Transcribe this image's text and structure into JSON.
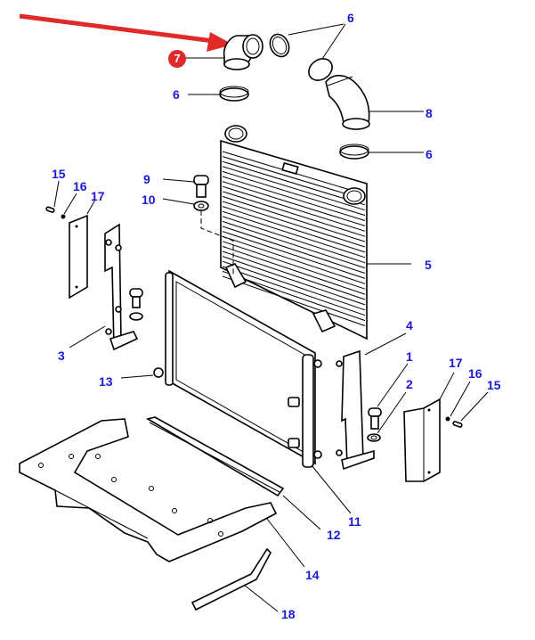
{
  "diagram": {
    "title": "",
    "highlight": {
      "callout": "7",
      "color": "#e02a2a",
      "arrow_color": "#e02a2a"
    },
    "label_color": "#1a1ad6",
    "callouts": [
      {
        "id": "c7",
        "text": "7",
        "part": "elbow hose (highlighted)"
      },
      {
        "id": "c6a",
        "text": "6",
        "part": "hose clamp"
      },
      {
        "id": "c6b",
        "text": "6",
        "part": "hose clamps"
      },
      {
        "id": "c8",
        "text": "8",
        "part": "elbow hose"
      },
      {
        "id": "c6c",
        "text": "6",
        "part": "hose clamp"
      },
      {
        "id": "c9",
        "text": "9",
        "part": "bolt"
      },
      {
        "id": "c10",
        "text": "10",
        "part": "washer"
      },
      {
        "id": "c5",
        "text": "5",
        "part": "intercooler"
      },
      {
        "id": "c15a",
        "text": "15",
        "part": "screw"
      },
      {
        "id": "c16a",
        "text": "16",
        "part": "nut"
      },
      {
        "id": "c17a",
        "text": "17",
        "part": "cover plate"
      },
      {
        "id": "c3",
        "text": "3",
        "part": "bracket"
      },
      {
        "id": "c13",
        "text": "13",
        "part": "mount"
      },
      {
        "id": "c4",
        "text": "4",
        "part": "bracket"
      },
      {
        "id": "c1",
        "text": "1",
        "part": "bolt"
      },
      {
        "id": "c2",
        "text": "2",
        "part": "washer"
      },
      {
        "id": "c17b",
        "text": "17",
        "part": "cover plate"
      },
      {
        "id": "c16b",
        "text": "16",
        "part": "nut"
      },
      {
        "id": "c15b",
        "text": "15",
        "part": "screw"
      },
      {
        "id": "c11",
        "text": "11",
        "part": "radiator / cooler"
      },
      {
        "id": "c12",
        "text": "12",
        "part": "seal strip"
      },
      {
        "id": "c14",
        "text": "14",
        "part": "base frame"
      },
      {
        "id": "c18",
        "text": "18",
        "part": "seal strip"
      }
    ]
  }
}
